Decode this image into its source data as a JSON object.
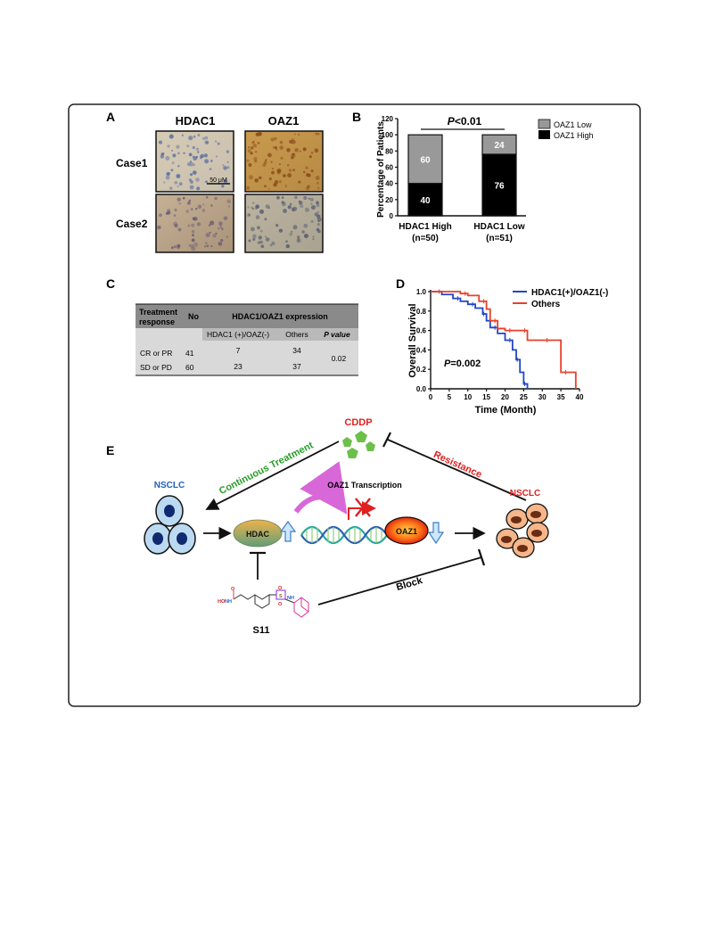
{
  "panel_a": {
    "label": "A",
    "col_headers": [
      "HDAC1",
      "OAZ1"
    ],
    "row_labels": [
      "Case1",
      "Case2"
    ],
    "scale_bar": "50 μM"
  },
  "panel_b": {
    "label": "B",
    "pvalue_prefix": "P",
    "pvalue_suffix": "<0.01",
    "legend": [
      {
        "label": "OAZ1 Low",
        "color": "#999999"
      },
      {
        "label": "OAZ1 High",
        "color": "#000000"
      }
    ],
    "bar_value_labels": {
      "HDAC1 High": [
        "40",
        "60"
      ],
      "HDAC1 Low": [
        "76",
        "24"
      ]
    },
    "category_lines": [
      [
        "HDAC1 High",
        "(n=50)"
      ],
      [
        "HDAC1 Low",
        "(n=51)"
      ]
    ]
  },
  "panel_c": {
    "label": "C",
    "header_col1": [
      "Treatment",
      "response"
    ],
    "header_no": "No",
    "header_group": "HDAC1/OAZ1  expression",
    "subheaders": [
      "HDAC1 (+)/OAZ(-)",
      "Others",
      "P value"
    ],
    "rows": [
      {
        "response": "CR or PR",
        "no": "41",
        "hdac_pos": "7",
        "others": "34"
      },
      {
        "response": "SD or PD",
        "no": "60",
        "hdac_pos": "23",
        "others": "37"
      }
    ],
    "p_value": "0.02"
  },
  "panel_d": {
    "label": "D",
    "pvalue_prefix": "P",
    "pvalue_suffix": "=0.002"
  },
  "panel_e": {
    "label": "E",
    "cddp": "CDDP",
    "continuous_treatment": "Continuous Treatment",
    "resistance": "Resistance",
    "nsclc_left": "NSCLC",
    "nsclc_right": "NSCLC",
    "oaz1_transcription": "OAZ1 Transcription",
    "hdac": "HDAC",
    "oaz1": "OAZ1",
    "block": "Block",
    "s11": "S11",
    "mol_labels": [
      "O",
      "HO",
      "NH",
      "O",
      "O",
      "S",
      "NH"
    ],
    "colors": {
      "green": "#2a9d2a",
      "red": "#e02020",
      "blue": "#1f5fbf"
    }
  },
  "chart_data": [
    {
      "type": "bar",
      "stacked": true,
      "categories": [
        "HDAC1 High (n=50)",
        "HDAC1 Low (n=51)"
      ],
      "series": [
        {
          "name": "OAZ1 High",
          "values": [
            40,
            76
          ],
          "color": "#000000"
        },
        {
          "name": "OAZ1 Low",
          "values": [
            60,
            24
          ],
          "color": "#999999"
        }
      ],
      "ylabel": "Percentage of Patients",
      "ylim": [
        0,
        120
      ],
      "yticks": [
        "0",
        "20",
        "40",
        "60",
        "80",
        "100",
        "120"
      ],
      "legend_position": "top-right"
    },
    {
      "type": "line",
      "subtype": "kaplan-meier",
      "xlabel": "Time (Month)",
      "ylabel": "Overall Survival",
      "xlim": [
        0,
        40
      ],
      "ylim": [
        0,
        1.0
      ],
      "xticks": [
        "0",
        "5",
        "10",
        "15",
        "20",
        "25",
        "30",
        "35",
        "40"
      ],
      "yticks": [
        "0.0",
        "0.2",
        "0.4",
        "0.6",
        "0.8",
        "1.0"
      ],
      "legend_position": "top-right",
      "series": [
        {
          "name": "HDAC1(+)/OAZ1(-)",
          "color": "#2346c8",
          "x": [
            0,
            3,
            6,
            8,
            10,
            12,
            14,
            15,
            16,
            18,
            20,
            22,
            23,
            24,
            25,
            26
          ],
          "y": [
            1.0,
            0.97,
            0.93,
            0.9,
            0.87,
            0.83,
            0.77,
            0.7,
            0.63,
            0.57,
            0.5,
            0.4,
            0.3,
            0.17,
            0.05,
            0.0
          ]
        },
        {
          "name": "Others",
          "color": "#e8412a",
          "x": [
            0,
            3,
            8,
            10,
            13,
            15,
            16,
            18,
            20,
            22,
            24,
            26,
            30,
            32,
            35,
            37,
            39
          ],
          "y": [
            1.0,
            1.0,
            0.98,
            0.96,
            0.9,
            0.82,
            0.7,
            0.62,
            0.6,
            0.6,
            0.6,
            0.5,
            0.5,
            0.5,
            0.17,
            0.17,
            0.0
          ]
        }
      ]
    }
  ]
}
